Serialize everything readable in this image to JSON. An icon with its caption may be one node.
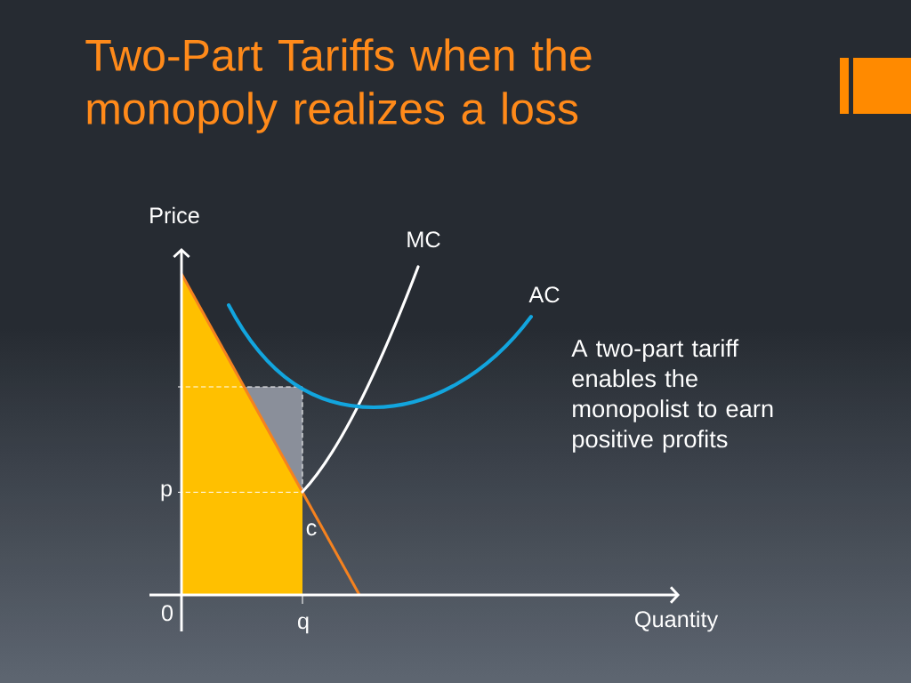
{
  "diagram": {
    "title": "Two-Part Tariffs when the monopoly realizes a loss",
    "labels": [
      "Price",
      "MC",
      "AC",
      "A two-part tariff enables the monopolist to earn positive profits",
      "p",
      "c",
      "0",
      "q",
      "Quantity"
    ]
  }
}
